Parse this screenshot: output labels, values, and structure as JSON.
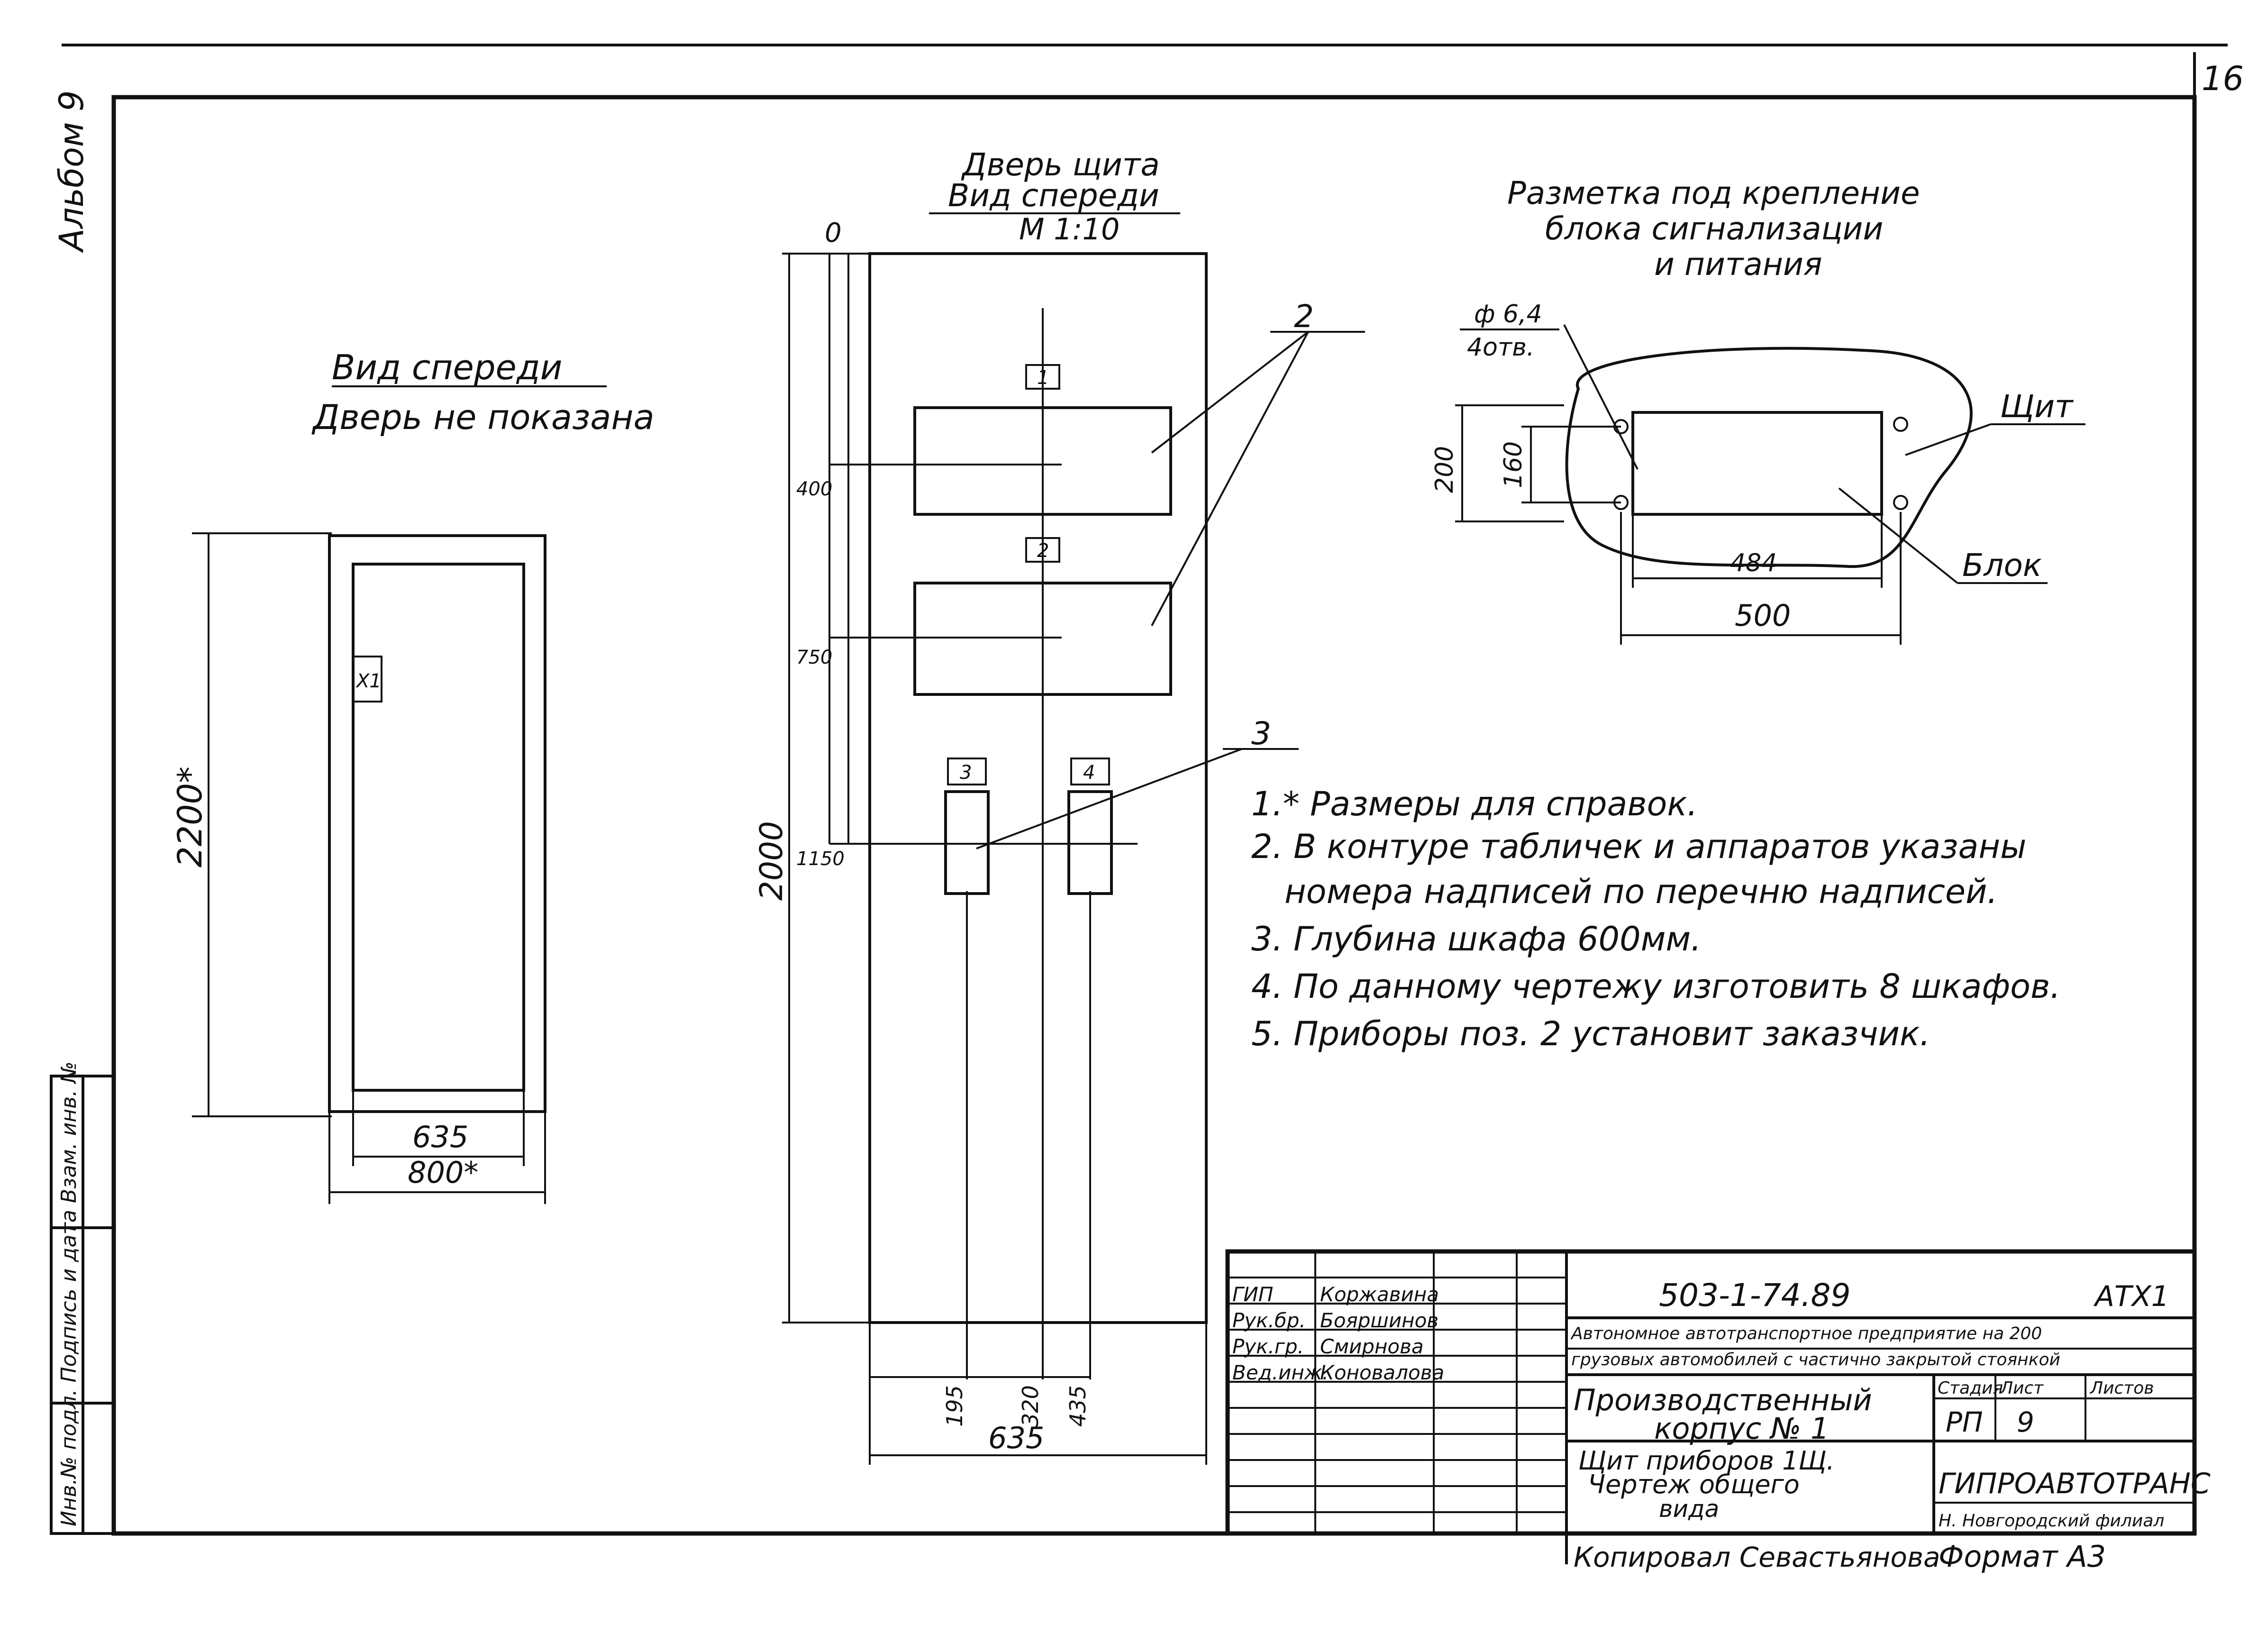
{
  "sheet": {
    "number": "16",
    "album_label": "Альбом 9",
    "left_stamp": "Инв.№ подл.  Подпись и дата  Взам. инв. №"
  },
  "front_view_no_door": {
    "title_line1": "Вид спереди",
    "title_line2": "Дверь не показана",
    "label_x1": "X1",
    "dim_height": "2200*",
    "dim_inner_width": "635",
    "dim_outer_width": "800*"
  },
  "door_view": {
    "title_line1": "Дверь щита",
    "title_line2": "Вид спереди",
    "title_line3": "М 1:10",
    "dim_origin": "0",
    "dim_400": "400",
    "dim_750": "750",
    "dim_1150": "1150",
    "dim_2000": "2000",
    "dim_195": "195",
    "dim_320": "320",
    "dim_435": "435",
    "dim_635": "635",
    "pos_1": "1",
    "pos_2": "2",
    "pos_3": "3",
    "pos_4": "4",
    "callout_2": "2",
    "callout_3": "3"
  },
  "mounting_layout": {
    "title_line1": "Разметка под крепление",
    "title_line2": "блока сигнализации",
    "title_line3": "и питания",
    "hole_dia": "ф 6,4",
    "hole_count": "4отв.",
    "label_panel": "Щит",
    "label_block": "Блок",
    "dim_200": "200",
    "dim_160": "160",
    "dim_484": "484",
    "dim_500": "500"
  },
  "notes": [
    "1.* Размеры для справок.",
    "2. В контуре табличек и аппаратов указаны",
    "номера надписей по перечню надписей.",
    "3. Глубина шкафа  600мм.",
    "4. По данному чертежу изготовить 8 шкафов.",
    "5. Приборы поз. 2 установит заказчик."
  ],
  "title_block": {
    "signers": [
      {
        "role": "ГИП",
        "name": "Коржавина"
      },
      {
        "role": "Рук.бр.",
        "name": "Бояршинов"
      },
      {
        "role": "Рук.гр.",
        "name": "Смирнова"
      },
      {
        "role": "Вед.инж.",
        "name": "Коновалова"
      }
    ],
    "doc_code": "503-1-74.89",
    "doc_mark": "АТХ1",
    "project_line1": "Автономное автотранспортное предприятие на 200",
    "project_line2": "грузовых автомобилей с частично закрытой стоянкой",
    "building_line1": "Производственный",
    "building_line2": "корпус № 1",
    "sheet_title_line1": "Щит приборов 1Щ.",
    "sheet_title_line2": "Чертеж общего",
    "sheet_title_line3": "вида",
    "col_stage": "Стадия",
    "col_sheet": "Лист",
    "col_sheets": "Листов",
    "stage": "РП",
    "sheet_no": "9",
    "org_name": "ГИПРОАВТОТРАНС",
    "org_branch": "Н. Новгородский филиал"
  },
  "footer": {
    "copied_by": "Копировал Севастьянова",
    "format": "Формат А3"
  }
}
